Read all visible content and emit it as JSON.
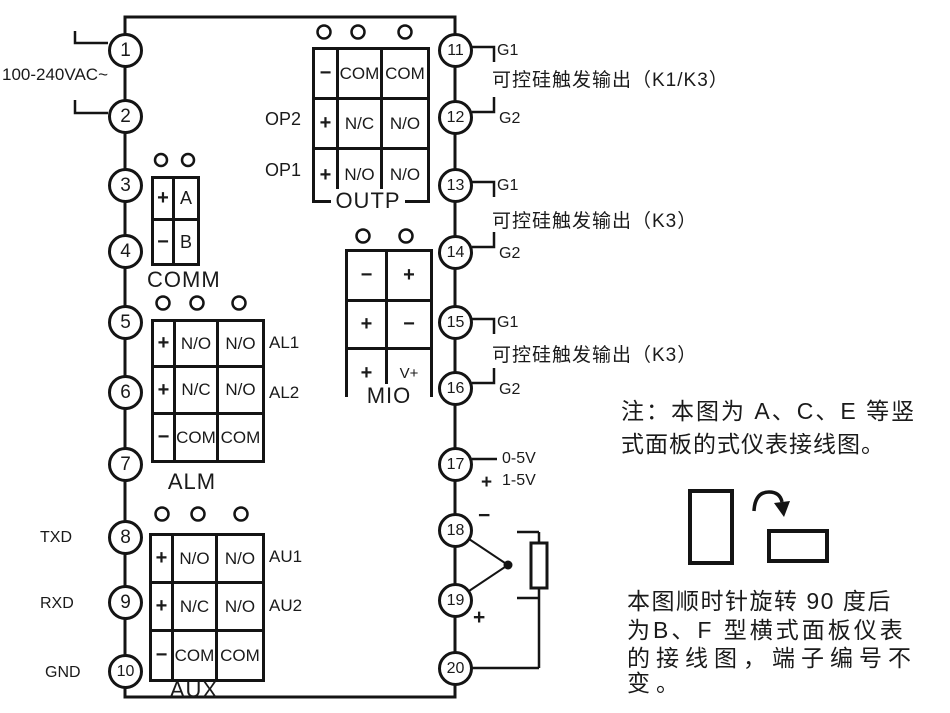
{
  "colors": {
    "line": "#141414",
    "background": "#ffffff"
  },
  "diagram": {
    "power_label": "100-240VAC~",
    "serial": {
      "txd": "TXD",
      "rxd": "RXD",
      "gnd": "GND"
    },
    "terminals": {
      "left": [
        "1",
        "2",
        "3",
        "4",
        "5",
        "6",
        "7",
        "8",
        "9",
        "10"
      ],
      "right": [
        "11",
        "12",
        "13",
        "14",
        "15",
        "16",
        "17",
        "18",
        "19",
        "20"
      ]
    },
    "titles": {
      "comm": "COMM",
      "alm": "ALM",
      "aux": "AUX",
      "outp": "OUTP",
      "mio": "MIO"
    },
    "comm": {
      "rows": [
        [
          "+",
          "A"
        ],
        [
          "−",
          "B"
        ]
      ]
    },
    "alm": {
      "rows": [
        [
          "+",
          "N/O",
          "N/O"
        ],
        [
          "+",
          "N/C",
          "N/O"
        ],
        [
          "−",
          "COM",
          "COM"
        ]
      ],
      "row_labels": {
        "al1": "AL1",
        "al2": "AL2"
      }
    },
    "aux": {
      "rows": [
        [
          "+",
          "N/O",
          "N/O"
        ],
        [
          "+",
          "N/C",
          "N/O"
        ],
        [
          "−",
          "COM",
          "COM"
        ]
      ],
      "row_labels": {
        "au1": "AU1",
        "au2": "AU2"
      }
    },
    "outp": {
      "rows": [
        [
          "−",
          "COM",
          "COM"
        ],
        [
          "+",
          "N/C",
          "N/O"
        ],
        [
          "+",
          "N/O",
          "N/O"
        ]
      ],
      "row_labels": {
        "op2": "OP2",
        "op1": "OP1"
      }
    },
    "mio": {
      "rows": [
        [
          "−",
          "+"
        ],
        [
          "+",
          "−"
        ],
        [
          "+",
          "V+"
        ]
      ]
    },
    "scr_groups": [
      {
        "g1": "G1",
        "g2": "G2",
        "label": "可控硅触发输出（K1/K3）"
      },
      {
        "g1": "G1",
        "g2": "G2",
        "label": "可控硅触发输出（K3）"
      },
      {
        "g1": "G1",
        "g2": "G2",
        "label": "可控硅触发输出（K3）"
      }
    ],
    "analog_input": {
      "range_a": "0-5V",
      "plus": "+",
      "range_b": "1-5V"
    },
    "sensor": {
      "minus": "−",
      "plus": "+"
    },
    "notes": {
      "top_line1": "注：本图为 A、C、E 等竖",
      "top_line2": "式面板的式仪表接线图。",
      "bottom_line1": "本图顺时针旋转 90 度后",
      "bottom_line2": "为B、F 型横式面板仪表",
      "bottom_line3": "的接线图，端子编号不",
      "bottom_line4": "变。"
    }
  }
}
